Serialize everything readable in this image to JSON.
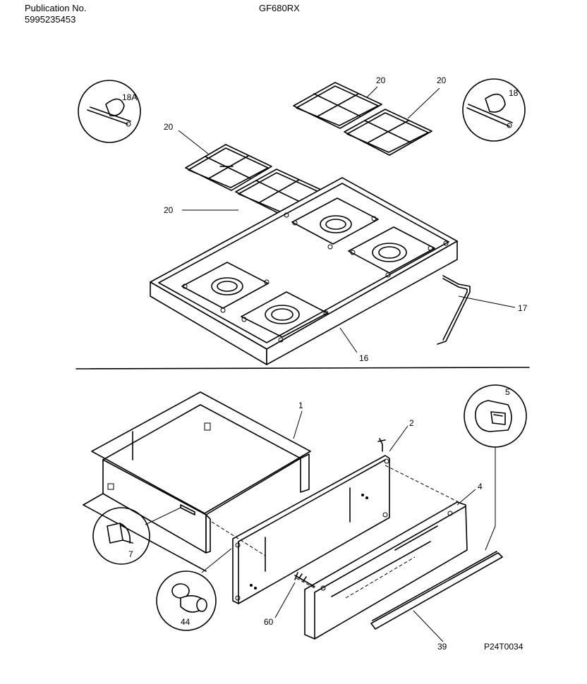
{
  "header": {
    "publication_label": "Publication No.",
    "publication_number": "5995235453",
    "model": "GF680RX"
  },
  "callouts": {
    "c1": "1",
    "c2": "2",
    "c4": "4",
    "c5": "5",
    "c7": "7",
    "c16": "16",
    "c17": "17",
    "c18": "18",
    "c18a": "18A",
    "c20a": "20",
    "c20b": "20",
    "c20c": "20",
    "c20d": "20",
    "c39": "39",
    "c44": "44",
    "c60": "60"
  },
  "drawing_id": "P24T0034"
}
